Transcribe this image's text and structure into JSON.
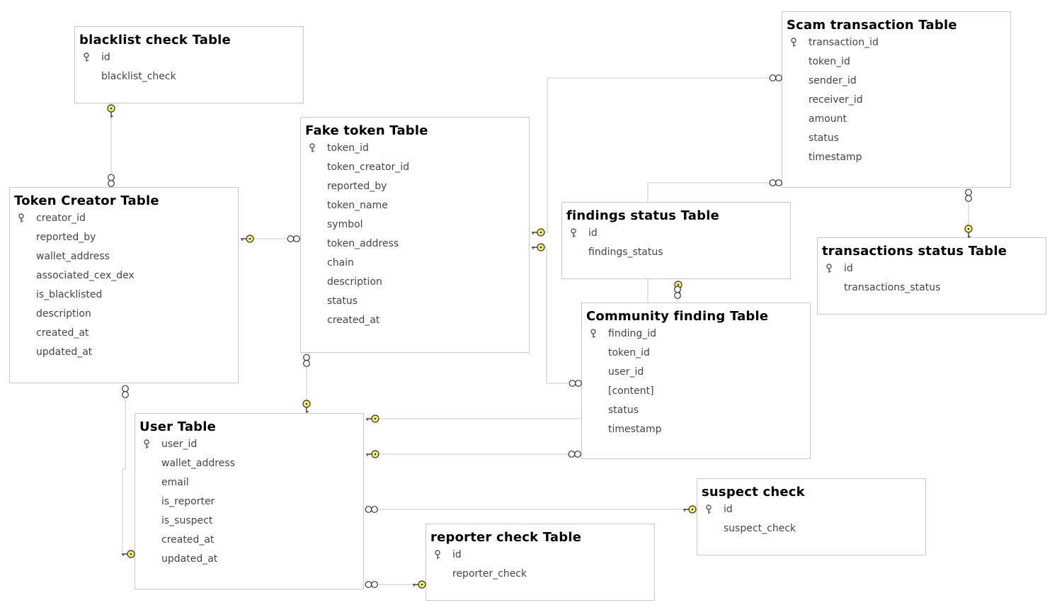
{
  "tables": {
    "blacklist": {
      "title": "blacklist check Table",
      "columns": [
        "id",
        "blacklist_check"
      ]
    },
    "fake_token": {
      "title": "Fake token Table",
      "columns": [
        "token_id",
        "token_creator_id",
        "reported_by",
        "token_name",
        "symbol",
        "token_address",
        "chain",
        "description",
        "status",
        "created_at"
      ]
    },
    "scam_tx": {
      "title": "Scam transaction Table",
      "columns": [
        "transaction_id",
        "token_id",
        "sender_id",
        "receiver_id",
        "amount",
        "status",
        "timestamp"
      ]
    },
    "token_creator": {
      "title": "Token Creator Table",
      "columns": [
        "creator_id",
        "reported_by",
        "wallet_address",
        "associated_cex_dex",
        "is_blacklisted",
        "description",
        "created_at",
        "updated_at"
      ]
    },
    "findings_status": {
      "title": "findings status Table",
      "columns": [
        "id",
        "findings_status"
      ]
    },
    "tx_status": {
      "title": "transactions status Table",
      "columns": [
        "id",
        "transactions_status"
      ]
    },
    "community": {
      "title": "Community finding Table",
      "columns": [
        "finding_id",
        "token_id",
        "user_id",
        "[content]",
        "status",
        "timestamp"
      ]
    },
    "user": {
      "title": "User Table",
      "columns": [
        "user_id",
        "wallet_address",
        "email",
        "is_reporter",
        "is_suspect",
        "created_at",
        "updated_at"
      ]
    },
    "suspect": {
      "title": "suspect check",
      "columns": [
        "id",
        "suspect_check"
      ]
    },
    "reporter": {
      "title": "reporter check Table",
      "columns": [
        "id",
        "reporter_check"
      ]
    }
  },
  "colors": {
    "key_yellow": "#f5ef6e",
    "line_gray": "#c8c8c8",
    "symbol_dark": "#333333"
  },
  "relationships": [
    {
      "from": "blacklist.id",
      "to": "token_creator.is_blacklisted",
      "cardinality": "one-to-many"
    },
    {
      "from": "token_creator.creator_id",
      "to": "fake_token.token_creator_id",
      "cardinality": "one-to-many"
    },
    {
      "from": "token_creator.reported_by",
      "to": "user.user_id",
      "cardinality": "many-to-one"
    },
    {
      "from": "user.user_id",
      "to": "fake_token.reported_by",
      "cardinality": "one-to-many"
    },
    {
      "from": "fake_token.token_id",
      "to": "scam_tx.token_id",
      "cardinality": "one-to-many"
    },
    {
      "from": "fake_token.token_id",
      "to": "community.token_id",
      "cardinality": "one-to-many"
    },
    {
      "from": "tx_status.id",
      "to": "scam_tx.status",
      "cardinality": "one-to-many"
    },
    {
      "from": "findings_status.id",
      "to": "community.status",
      "cardinality": "one-to-many"
    },
    {
      "from": "user.user_id",
      "to": "scam_tx.sender_id",
      "cardinality": "one-to-many"
    },
    {
      "from": "user.user_id",
      "to": "community.user_id",
      "cardinality": "one-to-many"
    },
    {
      "from": "suspect.id",
      "to": "user.is_suspect",
      "cardinality": "one-to-many"
    },
    {
      "from": "reporter.id",
      "to": "user.is_reporter",
      "cardinality": "one-to-many"
    }
  ]
}
